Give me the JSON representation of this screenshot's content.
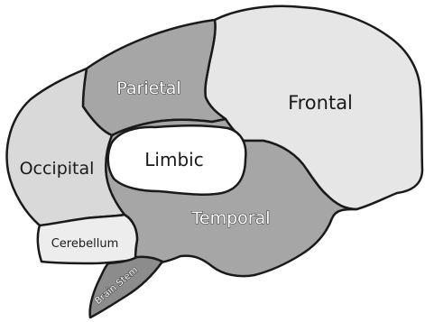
{
  "diagram": {
    "regions": {
      "frontal": {
        "label": "Frontal",
        "fill": "#e6e6e6"
      },
      "parietal": {
        "label": "Parietal",
        "fill": "#a6a6a6"
      },
      "occipital": {
        "label": "Occipital",
        "fill": "#d9d9d9"
      },
      "limbic": {
        "label": "Limbic",
        "fill": "#ffffff"
      },
      "temporal": {
        "label": "Temporal",
        "fill": "#a6a6a6"
      },
      "cerebellum": {
        "label": "Cerebellum",
        "fill": "#ededed"
      },
      "brain_stem": {
        "label": "Brain Stem",
        "fill": "#8c8c8c"
      }
    },
    "outline_color": "#1a1a1a"
  }
}
